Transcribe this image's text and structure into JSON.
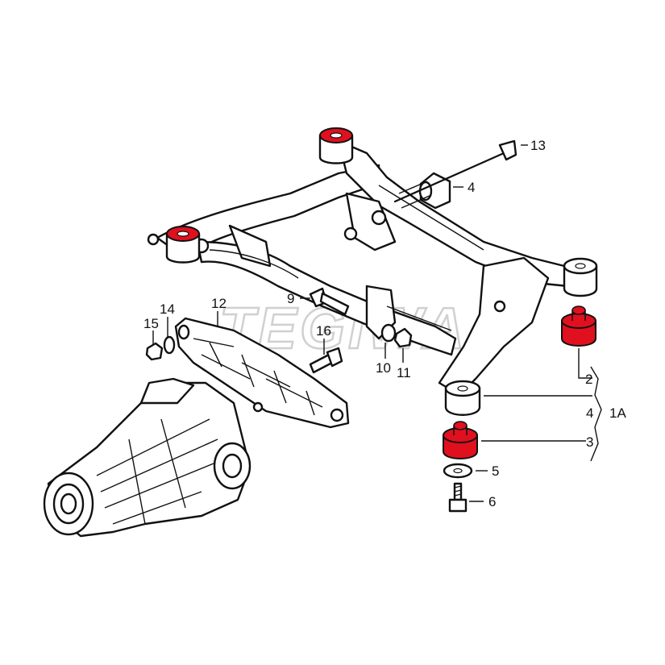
{
  "diagram": {
    "title": "Rear subframe and differential mount assembly",
    "watermark": "TEGIWA",
    "colors": {
      "bushing": "#e0101e",
      "line": "#111111",
      "background": "#ffffff"
    },
    "callouts": {
      "c13": "13",
      "c4_top": "4",
      "c9": "9",
      "c14": "14",
      "c12": "12",
      "c15": "15",
      "c16": "16",
      "c10": "10",
      "c11": "11",
      "c2": "2",
      "c4_group": "4",
      "c1a": "1A",
      "c3": "3",
      "c5": "5",
      "c6": "6"
    }
  }
}
